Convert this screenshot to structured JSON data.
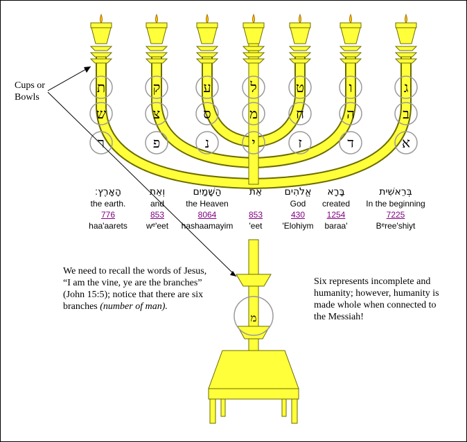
{
  "colors": {
    "gold": "#ffff3a",
    "gold_outline": "#6b6b00",
    "circle": "#9a9a9a",
    "link": "#800080"
  },
  "diagram": {
    "cups_label": "Cups or Bowls",
    "branch_letters": [
      [
        "ת",
        "ש",
        "ר"
      ],
      [
        "ק",
        "צ",
        "פ"
      ],
      [
        "ע",
        "ס",
        "נ"
      ],
      [
        "ל",
        "מ",
        "י"
      ],
      [
        "ט",
        "ח",
        "ז"
      ],
      [
        "ו",
        "ה",
        "ד"
      ],
      [
        "ג",
        "ב",
        "א"
      ]
    ],
    "stem_letter": "מ"
  },
  "words": [
    {
      "hebrew": "הָאָרֶץ׃",
      "english": "the earth.",
      "strongs": "776",
      "translit": "haa'aarets"
    },
    {
      "hebrew": "וְאֵת",
      "english": "and",
      "strongs": "853",
      "translit": "wᵉ'eet"
    },
    {
      "hebrew": "הַשָּׁמַיִם",
      "english": "the Heaven",
      "strongs": "8064",
      "translit": "hashaamayim"
    },
    {
      "hebrew": "אֵת",
      "english": "",
      "strongs": "853",
      "translit": "'eet"
    },
    {
      "hebrew": "אֱלֹהִים",
      "english": "God",
      "strongs": "430",
      "translit": "'Elohiym"
    },
    {
      "hebrew": "בָּרָא",
      "english": "created",
      "strongs": "1254",
      "translit": "baraa'"
    },
    {
      "hebrew": "בְּרֵאשִׁית",
      "english": "In the beginning",
      "strongs": "7225",
      "translit": "Bᵉree'shiyt"
    }
  ],
  "notes": {
    "left_main": "We need to recall the words of Jesus, “I am the vine, ye are the branches” (John 15:5); notice that there are six branches ",
    "left_paren": "(number of man).",
    "right": "Six represents incomplete and humanity; however, humanity is made whole when connected to the Messiah!"
  }
}
